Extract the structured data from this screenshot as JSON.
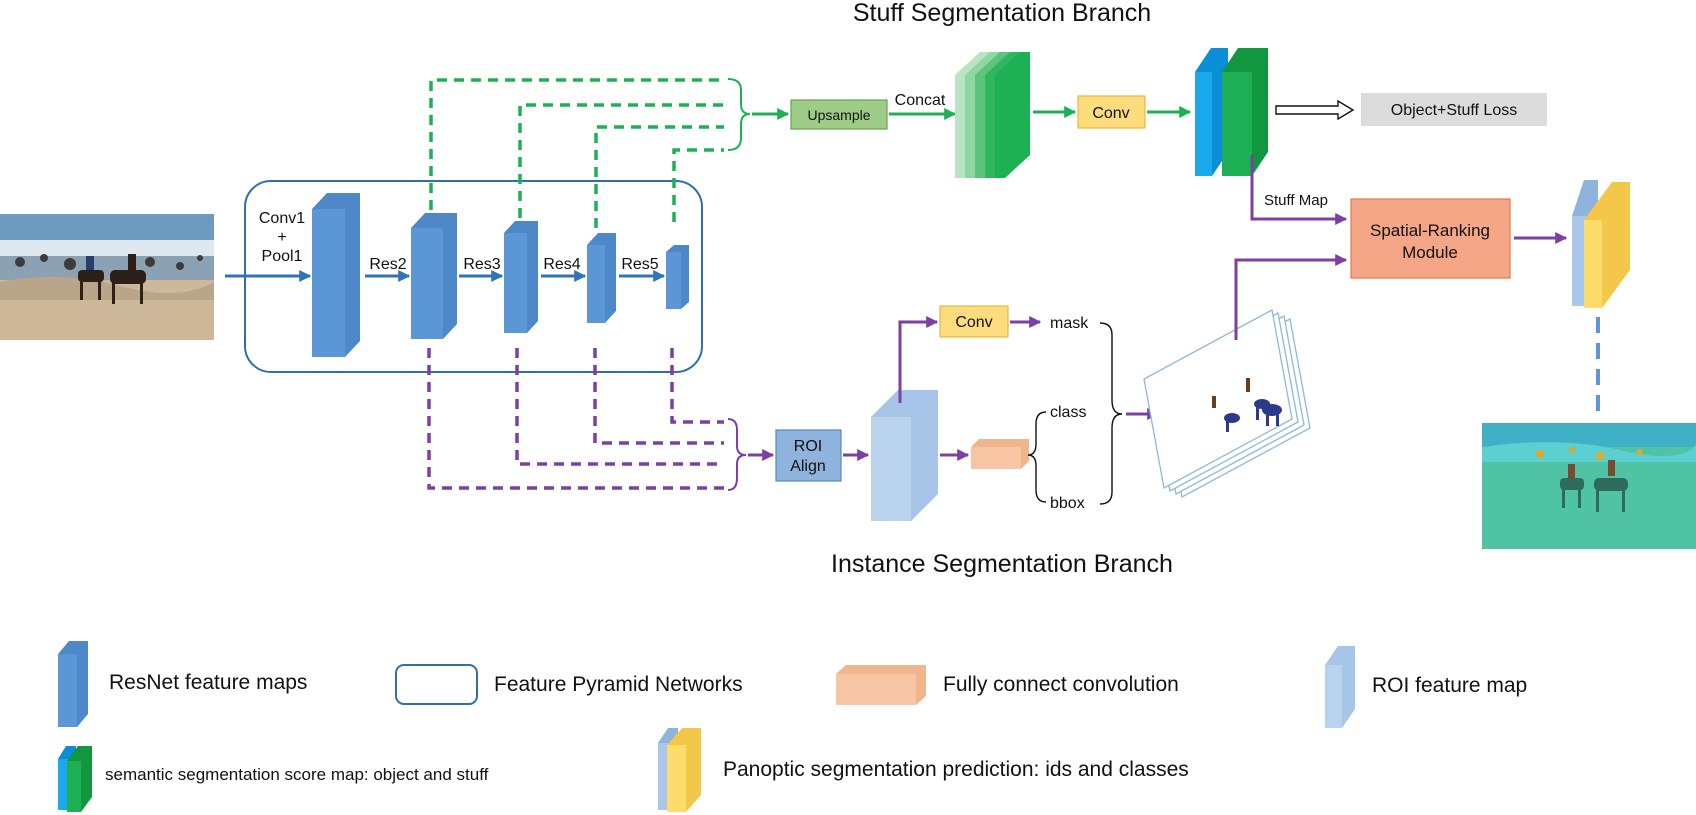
{
  "branches": {
    "stuff": "Stuff Segmentation Branch",
    "instance": "Instance Segmentation Branch"
  },
  "backbone": {
    "conv1_line1": "Conv1",
    "conv1_plus": "+",
    "conv1_line2": "Pool1",
    "res2": "Res2",
    "res3": "Res3",
    "res4": "Res4",
    "res5": "Res5"
  },
  "stuff_branch": {
    "upsample": "Upsample",
    "concat": "Concat",
    "conv": "Conv",
    "loss": "Object+Stuff Loss",
    "stuff_map": "Stuff Map"
  },
  "instance_branch": {
    "roi_align_line1": "ROI",
    "roi_align_line2": "Align",
    "conv": "Conv",
    "mask": "mask",
    "class": "class",
    "bbox": "bbox"
  },
  "ranking": {
    "line1": "Spatial-Ranking",
    "line2": "Module"
  },
  "legend": {
    "resnet": "ResNet feature maps",
    "fpn": "Feature Pyramid Networks",
    "fc": "Fully connect convolution",
    "roi": "ROI feature map",
    "semantic": "semantic segmentation score map: object and stuff",
    "panoptic": "Panoptic segmentation prediction: ids and classes"
  },
  "colors": {
    "resnet_blue": "#5b97d6",
    "fpn_outline": "#2f6fad",
    "stuff_green": "#1db055",
    "instance_purple": "#7b3fa6",
    "conv_yellow": "#fddc7d",
    "upsample_green": "#9ccc86",
    "fc_peach": "#f6c6a4",
    "roi_light_blue": "#b9d3ee",
    "ranking_orange": "#f4a686",
    "panoptic_yellow": "#fddc6c"
  }
}
